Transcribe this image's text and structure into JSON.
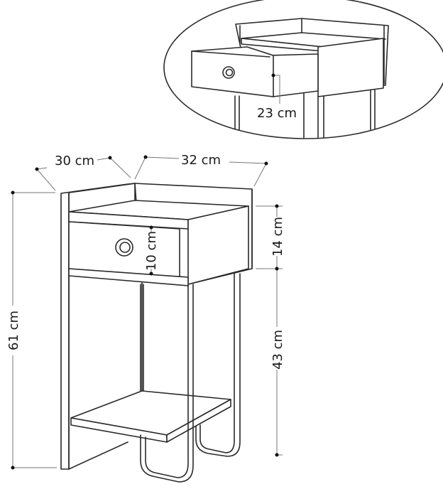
{
  "dimensions": {
    "depth": "30 cm",
    "width": "32 cm",
    "total_height": "61 cm",
    "top_section_height": "14 cm",
    "drawer_height": "10 cm",
    "lower_height": "43 cm",
    "drawer_depth": "23 cm"
  },
  "colors": {
    "line": "#2a2a2a",
    "background": "#ffffff"
  }
}
